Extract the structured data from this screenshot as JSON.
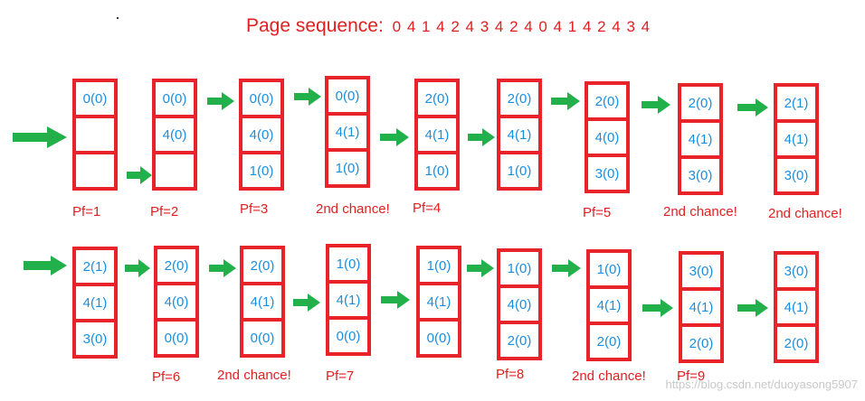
{
  "title": "Page sequence:",
  "sequence": "0 4 1 4 2 4 3 4 2 4 0 4 1 4 2 4 3 4",
  "watermark": "https://blog.csdn.net/duoyasong5907",
  "colors": {
    "frame": "#e8232a",
    "slot_text": "#1a8fe0",
    "label": "#e02020",
    "arrow": "#22b04a"
  },
  "row1_frames": [
    {
      "slots": [
        "0(0)",
        "",
        ""
      ]
    },
    {
      "slots": [
        "0(0)",
        "4(0)",
        ""
      ]
    },
    {
      "slots": [
        "0(0)",
        "4(0)",
        "1(0)"
      ]
    },
    {
      "slots": [
        "0(0)",
        "4(1)",
        "1(0)"
      ]
    },
    {
      "slots": [
        "2(0)",
        "4(1)",
        "1(0)"
      ]
    },
    {
      "slots": [
        "2(0)",
        "4(1)",
        "1(0)"
      ]
    },
    {
      "slots": [
        "2(0)",
        "4(0)",
        "3(0)"
      ]
    },
    {
      "slots": [
        "2(0)",
        "4(1)",
        "3(0)"
      ]
    },
    {
      "slots": [
        "2(1)",
        "4(1)",
        "3(0)"
      ]
    }
  ],
  "row2_frames": [
    {
      "slots": [
        "2(1)",
        "4(1)",
        "3(0)"
      ]
    },
    {
      "slots": [
        "2(0)",
        "4(0)",
        "0(0)"
      ]
    },
    {
      "slots": [
        "2(0)",
        "4(1)",
        "0(0)"
      ]
    },
    {
      "slots": [
        "1(0)",
        "4(1)",
        "0(0)"
      ]
    },
    {
      "slots": [
        "1(0)",
        "4(1)",
        "0(0)"
      ]
    },
    {
      "slots": [
        "1(0)",
        "4(0)",
        "2(0)"
      ]
    },
    {
      "slots": [
        "1(0)",
        "4(1)",
        "2(0)"
      ]
    },
    {
      "slots": [
        "3(0)",
        "4(1)",
        "2(0)"
      ]
    },
    {
      "slots": [
        "3(0)",
        "4(1)",
        "2(0)"
      ]
    }
  ],
  "row1_labels": [
    "Pf=1",
    "Pf=2",
    "Pf=3",
    "2nd chance!",
    "Pf=4",
    "Pf=5",
    "2nd chance!",
    "2nd chance!"
  ],
  "row2_labels": [
    "Pf=6",
    "2nd chance!",
    "Pf=7",
    "Pf=8",
    "2nd chance!",
    "Pf=9"
  ]
}
